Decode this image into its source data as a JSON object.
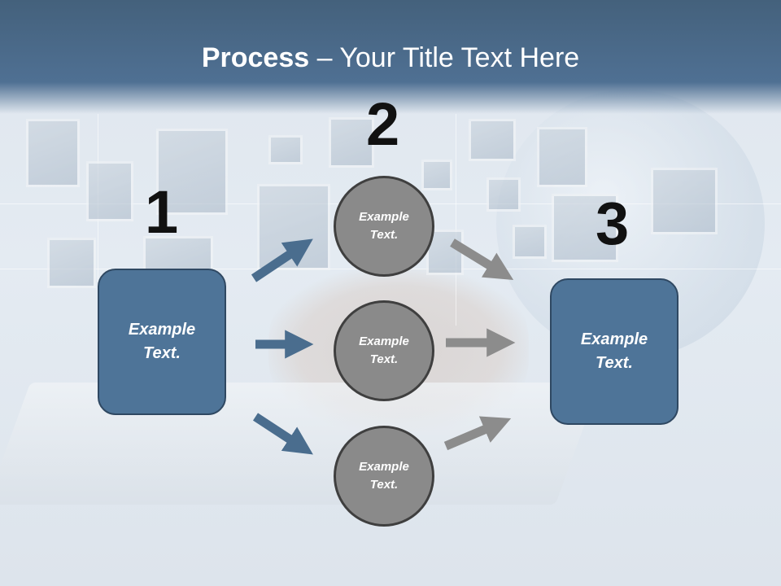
{
  "slide": {
    "title_bold": "Process",
    "title_rest": " – Your Title Text Here"
  },
  "steps": {
    "one": "1",
    "two": "2",
    "three": "3"
  },
  "left_box": {
    "text": "Example\nText."
  },
  "right_box": {
    "text": "Example\nText."
  },
  "circles": [
    {
      "text": "Example\nText."
    },
    {
      "text": "Example\nText."
    },
    {
      "text": "Example\nText."
    }
  ],
  "colors": {
    "header": "#4f7093",
    "box_fill": "#4e7498",
    "circle_fill": "#8a8a8a",
    "arrow_blue": "#4a6d8e",
    "arrow_gray": "#8c8c8c"
  }
}
